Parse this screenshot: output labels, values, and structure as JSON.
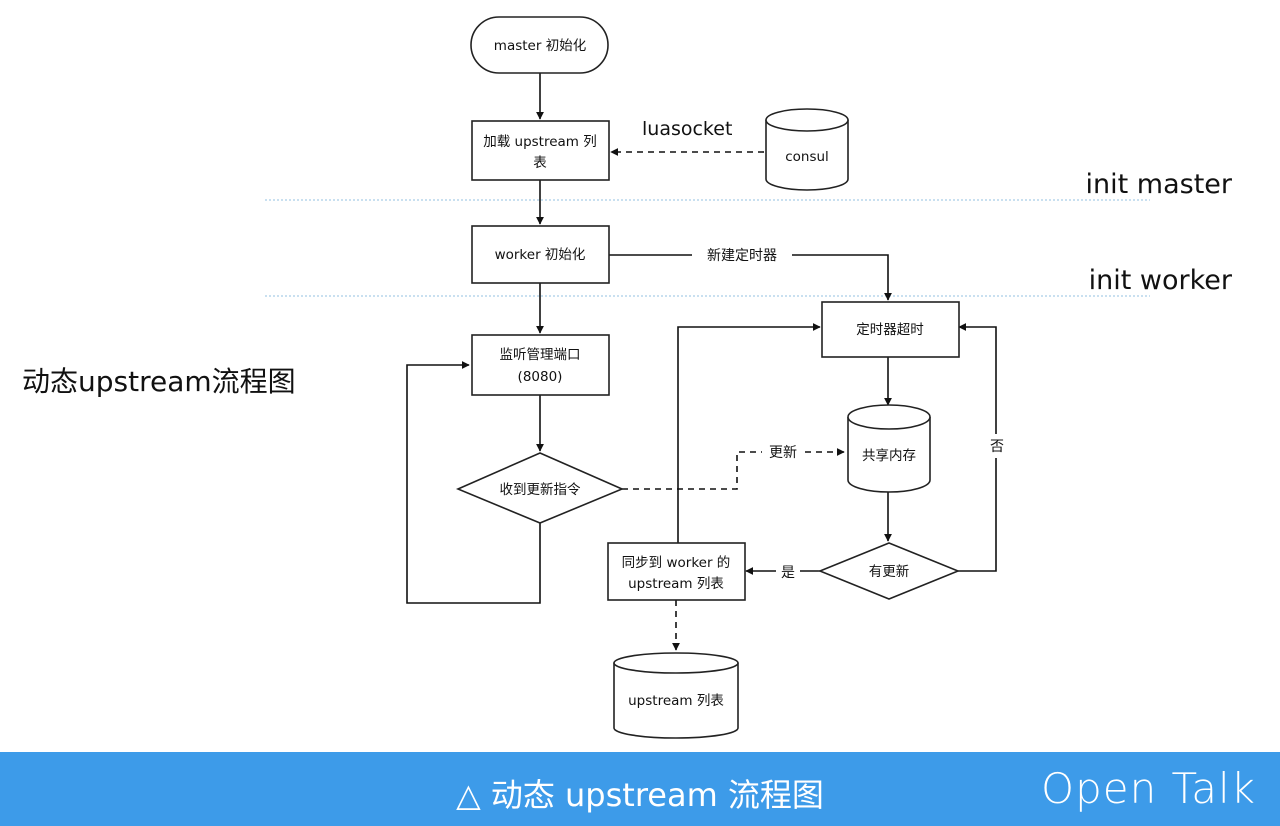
{
  "diagram": {
    "side_title": "动态upstream流程图",
    "phase_master": "init master",
    "phase_worker": "init worker",
    "nodes": {
      "master_init": "master 初始化",
      "load_upstream_line1": "加载 upstream 列",
      "load_upstream_line2": "表",
      "consul": "consul",
      "worker_init": "worker 初始化",
      "listen_line1": "监听管理端口",
      "listen_line2": "(8080)",
      "receive_cmd": "收到更新指令",
      "timer_timeout": "定时器超时",
      "shared_memory": "共享内存",
      "has_update": "有更新",
      "sync_line1": "同步到 worker 的",
      "sync_line2": "upstream 列表",
      "upstream_list": "upstream 列表"
    },
    "edges": {
      "luasocket": "luasocket",
      "new_timer": "新建定时器",
      "update": "更新",
      "yes": "是",
      "no": "否"
    }
  },
  "footer": {
    "title": "△ 动态 upstream 流程图",
    "brand": "Open Talk",
    "background": "#3d9be9"
  }
}
